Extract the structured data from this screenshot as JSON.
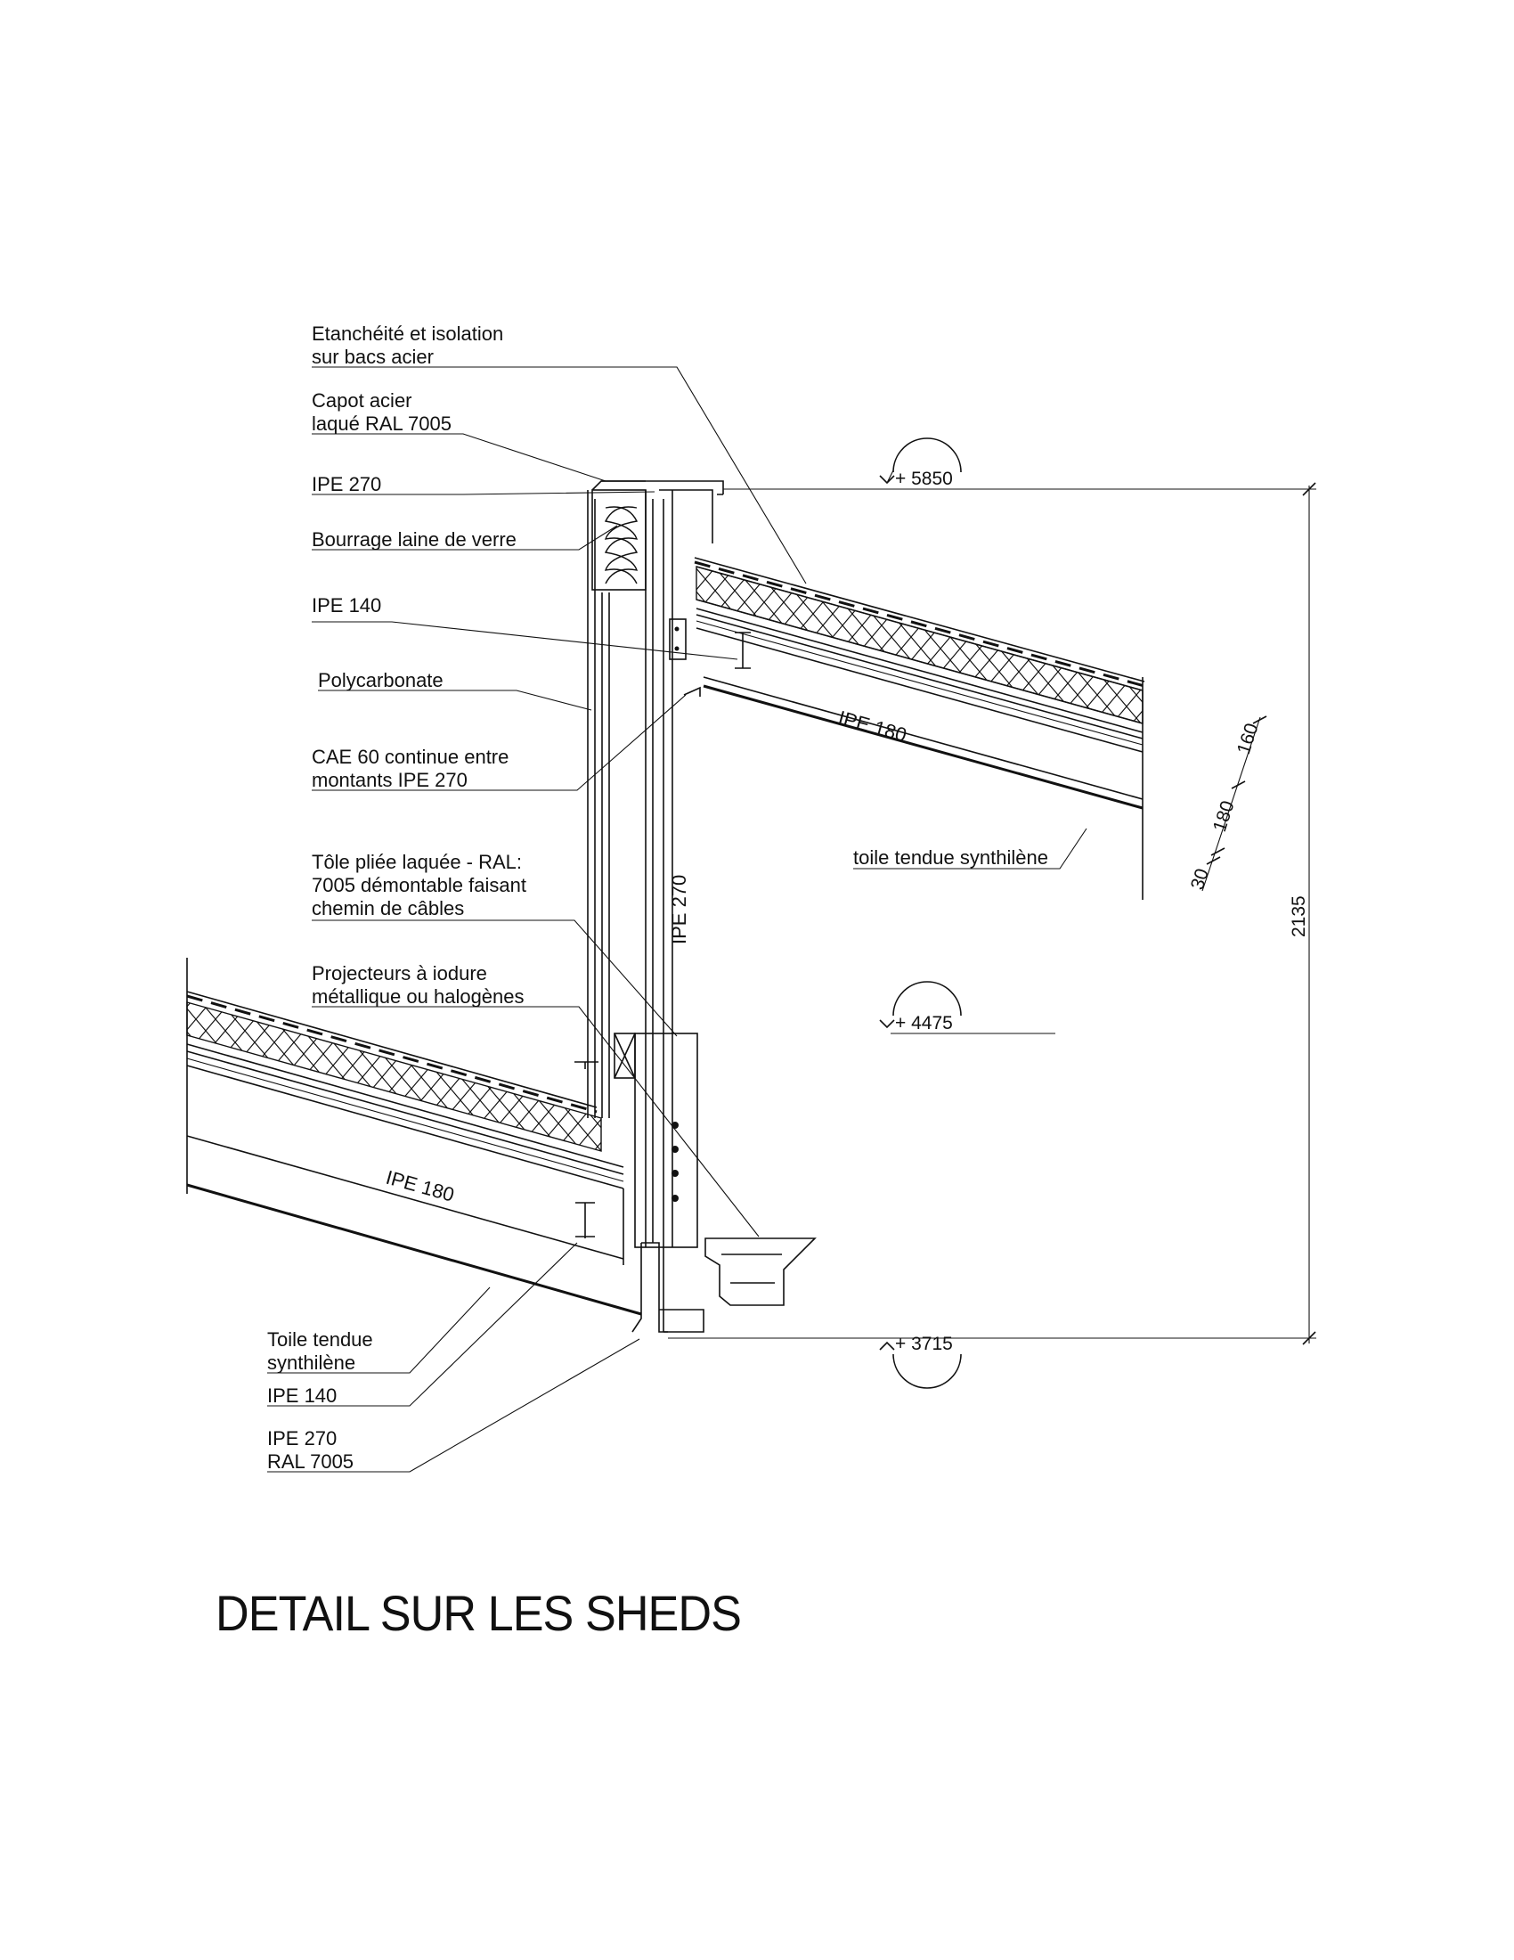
{
  "title": "DETAIL SUR LES SHEDS",
  "labels": {
    "etancheite": [
      "Etanchéité et isolation",
      "sur bacs acier"
    ],
    "capot": [
      "Capot acier",
      "laqué RAL 7005"
    ],
    "ipe270_top": "IPE 270",
    "bourrage": "Bourrage laine de verre",
    "ipe140_top": "IPE 140",
    "polycarbonate": "Polycarbonate",
    "cae60": [
      "CAE 60 continue entre",
      "montants IPE 270"
    ],
    "tole": [
      "Tôle pliée laquée - RAL:",
      "7005 démontable faisant",
      "chemin de câbles"
    ],
    "projecteurs": [
      "Projecteurs à iodure",
      "métallique ou halogènes"
    ],
    "toile_left": [
      "Toile tendue",
      "synthilène"
    ],
    "ipe140_bottom": "IPE 140",
    "ipe270_bottom": [
      "IPE 270",
      "RAL 7005"
    ],
    "toile_right": "toile tendue synthilène"
  },
  "beams": {
    "ipe180_upper": "IPE 180",
    "ipe180_lower": "IPE 180",
    "ipe270_vertical": "IPE 270"
  },
  "levels": {
    "top": "+ 5850",
    "middle": "+ 4475",
    "bottom": "+ 3715"
  },
  "dimensions": {
    "overall": "2135",
    "layer_30": "30",
    "layer_180": "180",
    "layer_160": "160"
  }
}
